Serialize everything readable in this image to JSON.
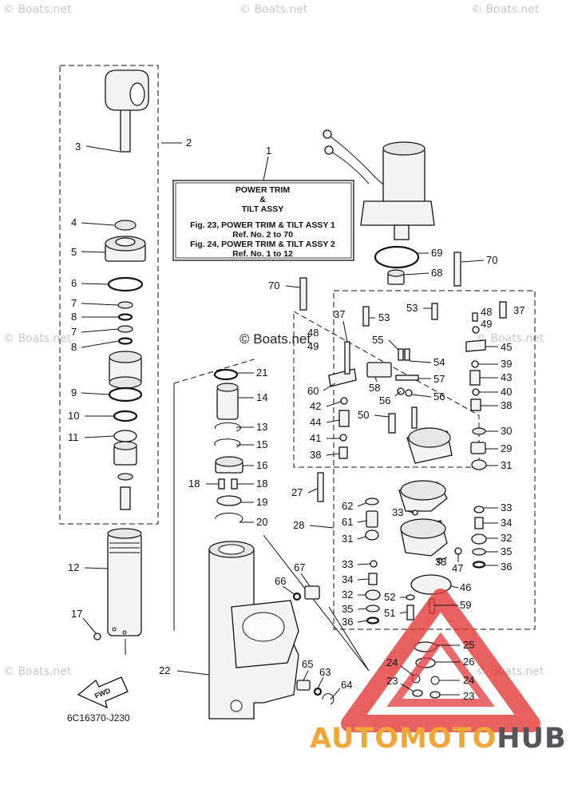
{
  "watermarks": {
    "top_left": "© Boats.net",
    "top_center": "© Boats.net",
    "top_right": "© Boats.net",
    "mid_left": "© Boats.net",
    "mid_center": "© Boats.net",
    "mid_right": "© Boats.net",
    "low_left": "© Boats.net",
    "low_right": "© Boats.net"
  },
  "title_box": {
    "line1": "POWER TRIM",
    "line2": "&",
    "line3": "TILT ASSY",
    "line4": "Fig. 23, POWER TRIM & TILT ASSY 1",
    "line5": "Ref. No. 2 to 70",
    "line6": "Fig. 24, POWER TRIM & TILT ASSY 2",
    "line7": "Ref. No. 1 to 12"
  },
  "fwd_arrow_label": "FWD",
  "diagram_code": "6C16370-J230",
  "logo": {
    "part1": "AUTO",
    "part2": "MOTO",
    "part3": "HUB",
    "triangle_color": "#e23b3b",
    "accent_color": "#f2a637",
    "dark_color": "#55555a"
  },
  "callouts": {
    "c1": "1",
    "c2": "2",
    "c3": "3",
    "c4": "4",
    "c5": "5",
    "c6": "6",
    "c7a": "7",
    "c7b": "7",
    "c8a": "8",
    "c8b": "8",
    "c9": "9",
    "c10": "10",
    "c11": "11",
    "c12": "12",
    "c13": "13",
    "c14": "14",
    "c15": "15",
    "c16": "16",
    "c17": "17",
    "c18a": "18",
    "c18b": "18",
    "c19": "19",
    "c20": "20",
    "c21": "21",
    "c22": "22",
    "c23a": "23",
    "c23b": "23",
    "c24a": "24",
    "c24b": "24",
    "c25": "25",
    "c26": "26",
    "c27": "27",
    "c28": "28",
    "c29": "29",
    "c30": "30",
    "c31a": "31",
    "c31b": "31",
    "c32a": "32",
    "c32b": "32",
    "c33a": "33",
    "c33b": "33",
    "c33c": "33",
    "c33d": "33",
    "c34a": "34",
    "c34b": "34",
    "c35a": "35",
    "c35b": "35",
    "c36a": "36",
    "c36b": "36",
    "c37a": "37",
    "c37b": "37",
    "c38a": "38",
    "c38b": "38",
    "c39": "39",
    "c40": "40",
    "c41": "41",
    "c42": "42",
    "c43": "43",
    "c44": "44",
    "c45": "45",
    "c46": "46",
    "c47": "47",
    "c48a": "48",
    "c48b": "48",
    "c49a": "49",
    "c49b": "49",
    "c50": "50",
    "c51": "51",
    "c52": "52",
    "c53a": "53",
    "c53b": "53",
    "c54": "54",
    "c55": "55",
    "c56a": "56",
    "c56b": "56",
    "c57": "57",
    "c58": "58",
    "c59": "59",
    "c60": "60",
    "c61": "61",
    "c62": "62",
    "c63": "63",
    "c64": "64",
    "c65": "65",
    "c66": "66",
    "c67": "67",
    "c68": "68",
    "c69": "69",
    "c70a": "70",
    "c70b": "70"
  }
}
